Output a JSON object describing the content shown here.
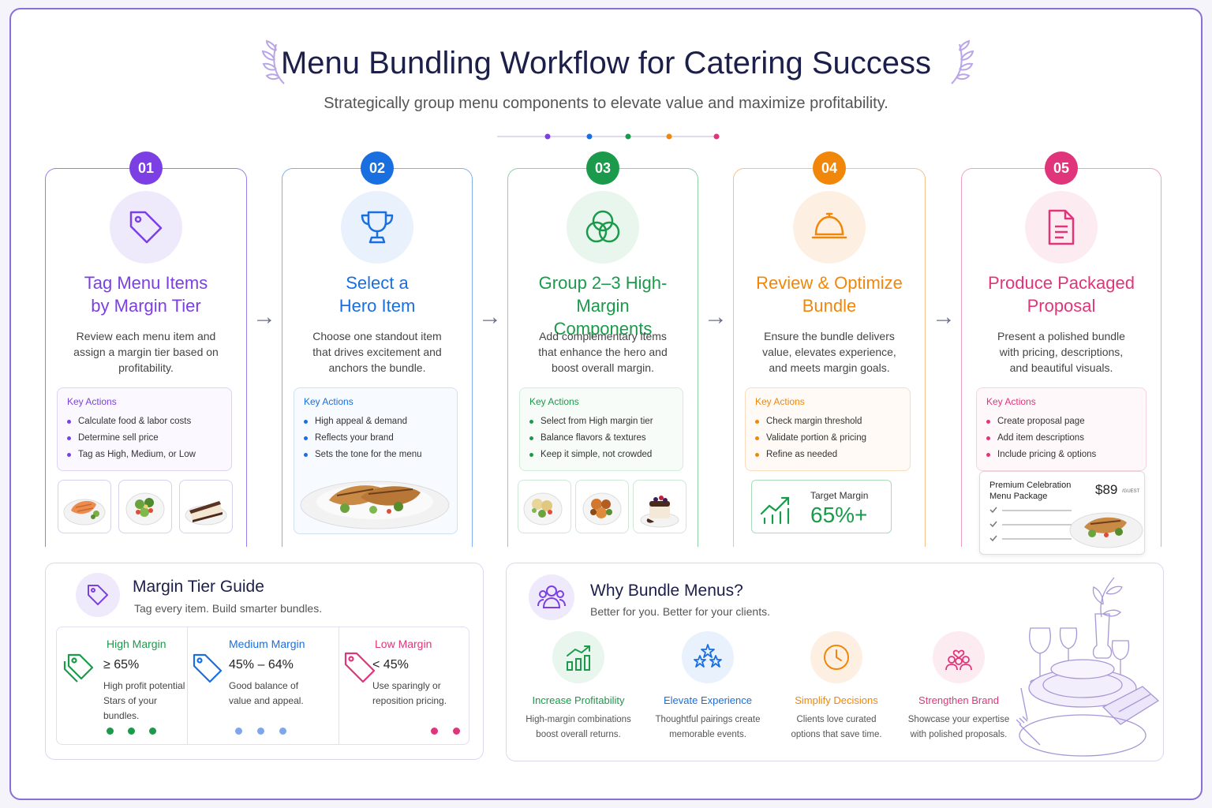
{
  "header": {
    "title": "Menu Bundling Workflow for Catering Success",
    "subtitle": "Strategically group menu components to elevate value and maximize profitability."
  },
  "colors": {
    "purple": "#7b3fe4",
    "blue": "#1a6fe0",
    "green": "#1a9a4a",
    "orange": "#f0870a",
    "pink": "#e0357a"
  },
  "steps": [
    {
      "num": "01",
      "title_1": "Tag Menu Items",
      "title_2": "by Margin Tier",
      "desc_1": "Review each menu item and",
      "desc_2": "assign a margin tier based on",
      "desc_3": "profitability.",
      "ka_title": "Key Actions",
      "actions": [
        "Calculate food & labor costs",
        "Determine sell price",
        "Tag as High, Medium, or Low"
      ],
      "icon": "tag-icon"
    },
    {
      "num": "02",
      "title_1": "Select a",
      "title_2": "Hero Item",
      "desc_1": "Choose one standout item",
      "desc_2": "that drives excitement and",
      "desc_3": "anchors the bundle.",
      "ka_title": "Key Actions",
      "actions": [
        "High appeal & demand",
        "Reflects your brand",
        "Sets the tone for the menu"
      ],
      "icon": "trophy-icon"
    },
    {
      "num": "03",
      "title_1": "Group 2–3 High-Margin",
      "title_2": "Components",
      "desc_1": "Add complementary items",
      "desc_2": "that enhance the hero and",
      "desc_3": "boost overall margin.",
      "ka_title": "Key Actions",
      "actions": [
        "Select from High margin tier",
        "Balance flavors & textures",
        "Keep it simple, not crowded"
      ],
      "icon": "venn-circles-icon"
    },
    {
      "num": "04",
      "title_1": "Review & Optimize",
      "title_2": "Bundle",
      "desc_1": "Ensure the bundle delivers",
      "desc_2": "value, elevates experience,",
      "desc_3": "and meets margin goals.",
      "ka_title": "Key Actions",
      "actions": [
        "Check margin threshold",
        "Validate portion & pricing",
        "Refine as needed"
      ],
      "icon": "cloche-icon"
    },
    {
      "num": "05",
      "title_1": "Produce Packaged",
      "title_2": "Proposal",
      "desc_1": "Present a polished bundle",
      "desc_2": "with pricing, descriptions,",
      "desc_3": "and beautiful visuals.",
      "ka_title": "Key Actions",
      "actions": [
        "Create proposal page",
        "Add item descriptions",
        "Include pricing & options"
      ],
      "icon": "document-icon"
    }
  ],
  "target": {
    "label": "Target Margin",
    "value": "65%+"
  },
  "proposal": {
    "name_1": "Premium Celebration",
    "name_2": "Menu Package",
    "price": "$89",
    "unit": "/GUEST"
  },
  "tier_guide": {
    "title": "Margin Tier Guide",
    "subtitle": "Tag every item. Build smarter bundles.",
    "tiers": [
      {
        "name": "High Margin",
        "range": "≥ 65%",
        "desc_1": "High profit potential",
        "desc_2": "Stars of your bundles.",
        "color": "#1a9a4a"
      },
      {
        "name": "Medium Margin",
        "range": "45% – 64%",
        "desc_1": "Good balance of",
        "desc_2": "value and appeal.",
        "color": "#1a6fe0"
      },
      {
        "name": "Low Margin",
        "range": "< 45%",
        "desc_1": "Use sparingly or",
        "desc_2": "reposition pricing.",
        "color": "#e0357a"
      }
    ]
  },
  "why": {
    "title": "Why Bundle Menus?",
    "subtitle": "Better for you. Better for your clients.",
    "benefits": [
      {
        "title": "Increase Profitability",
        "desc_1": "High-margin combinations",
        "desc_2": "boost overall returns.",
        "color": "#1a9a4a",
        "icon": "growth-chart-icon"
      },
      {
        "title": "Elevate Experience",
        "desc_1": "Thoughtful pairings create",
        "desc_2": "memorable events.",
        "color": "#1a6fe0",
        "icon": "stars-icon"
      },
      {
        "title": "Simplify Decisions",
        "desc_1": "Clients love curated",
        "desc_2": "options that save time.",
        "color": "#f0870a",
        "icon": "clock-icon"
      },
      {
        "title": "Strengthen Brand",
        "desc_1": "Showcase your expertise",
        "desc_2": "with polished proposals.",
        "color": "#e0357a",
        "icon": "people-heart-icon"
      }
    ]
  }
}
